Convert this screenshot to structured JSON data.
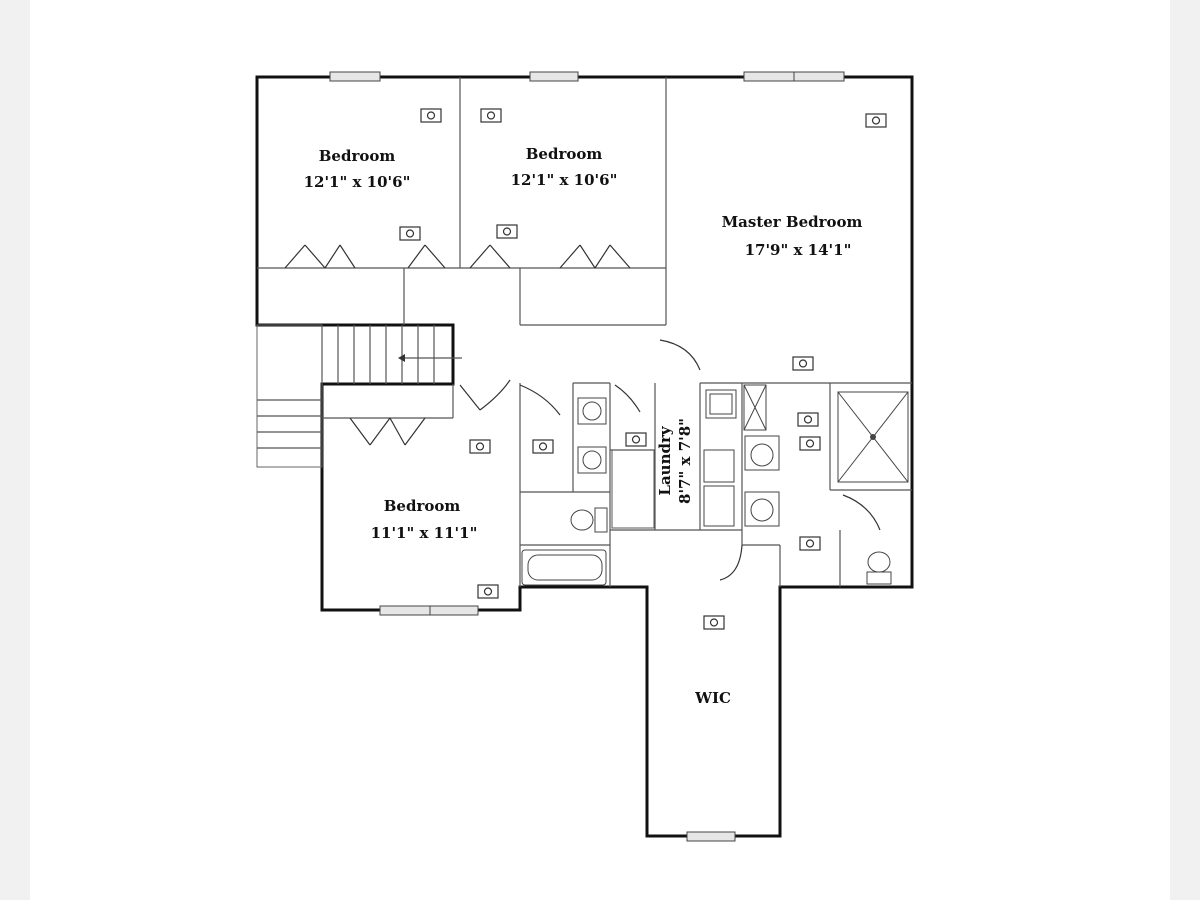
{
  "rooms": {
    "bedroom_1": {
      "name": "Bedroom",
      "dims": "12'1\" x 10'6\""
    },
    "bedroom_2": {
      "name": "Bedroom",
      "dims": "12'1\" x 10'6\""
    },
    "master": {
      "name": "Master Bedroom",
      "dims": "17'9\" x 14'1\""
    },
    "bedroom_3": {
      "name": "Bedroom",
      "dims": "11'1\" x 11'1\""
    },
    "laundry": {
      "name": "Laundry",
      "dims": "8'7\" x 7'8\""
    },
    "wic": {
      "name": "WIC"
    }
  },
  "icons": {
    "camera": "camera-icon",
    "sink": "sink-icon",
    "toilet": "toilet-icon",
    "shower": "shower-icon",
    "bathtub": "bathtub-icon",
    "washer": "washer-icon"
  },
  "colors": {
    "wall": "#111111",
    "window": "#e6e6e6",
    "background": "#ffffff",
    "margin": "#f1f1f1"
  }
}
